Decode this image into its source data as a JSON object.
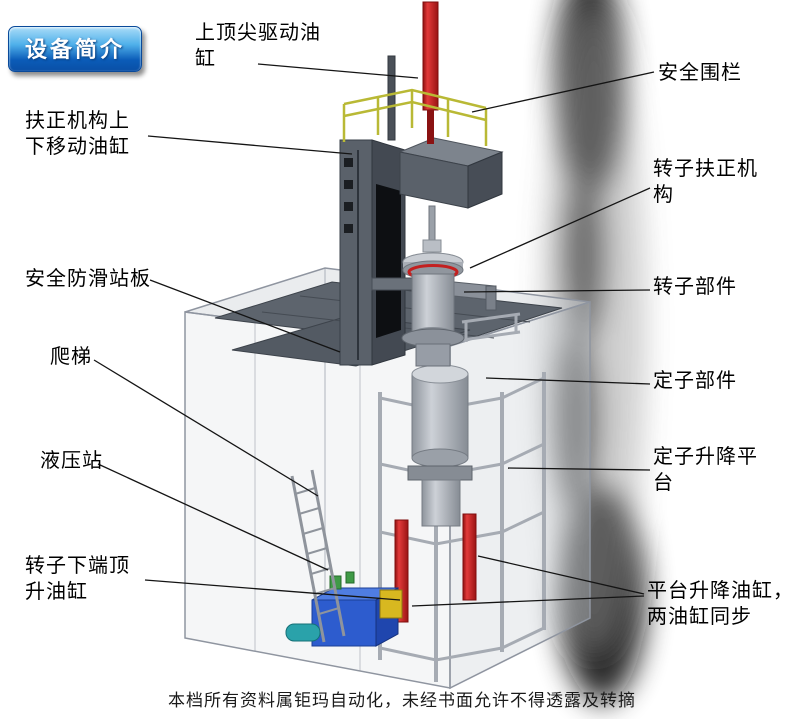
{
  "page": {
    "badge_label": "设备简介",
    "footer_note": "本档所有资料属钜玛自动化，未经书面允许不得透露及转摘"
  },
  "labels": {
    "top_drive_cylinder": "上顶尖驱动油\n缸",
    "safety_fence": "安全围栏",
    "centering_move_cylinder": "扶正机构上\n下移动油缸",
    "rotor_centering_mechanism": "转子扶正机\n构",
    "anti_slip_platform": "安全防滑站板",
    "rotor_component": "转子部件",
    "ladder": "爬梯",
    "stator_component": "定子部件",
    "hydraulic_station": "液压站",
    "stator_lift_platform": "定子升降平\n台",
    "rotor_bottom_jack_cylinder": "转子下端顶\n升油缸",
    "platform_lift_cylinders": "平台升降油缸，\n两油缸同步"
  },
  "colors": {
    "badge_blue_top": "#aadcf8",
    "badge_blue_bottom": "#0a4fa6",
    "cylinder_red": "#c41818",
    "railing_yellow": "#b9b935",
    "hydraulic_blue": "#2d5cce",
    "machine_gray": "#aeb4bb",
    "platform_dark": "#5d646d",
    "smoke_black": "#161616"
  }
}
